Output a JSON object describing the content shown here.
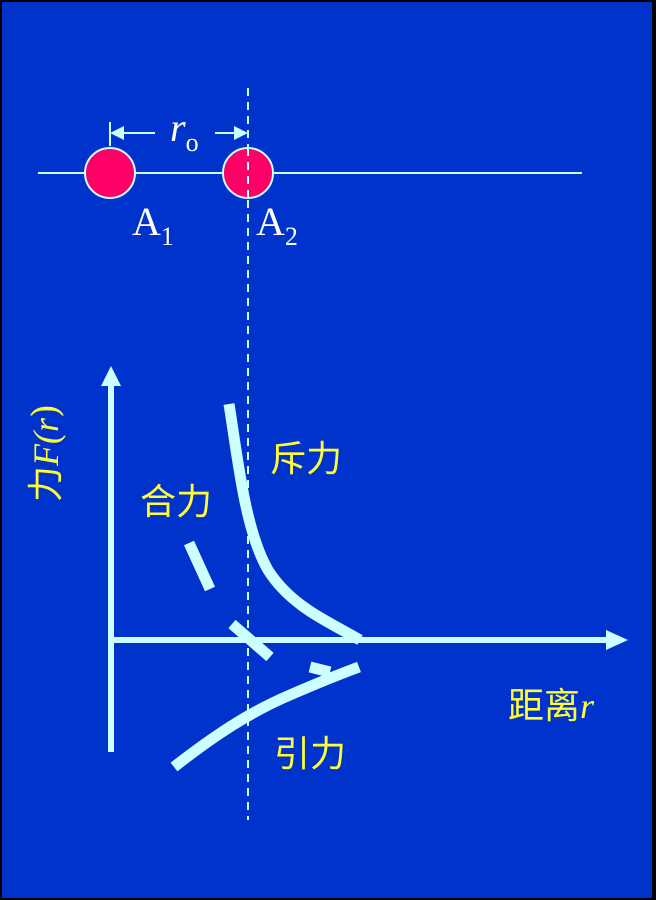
{
  "colors": {
    "background": "#0033cc",
    "border": "#000000",
    "line": "#ccffff",
    "atom_fill": "#ff0066",
    "label_yellow": "#ffff33",
    "label_white": "#ffffff"
  },
  "atoms": {
    "a1": {
      "letter": "A",
      "sub": "1"
    },
    "a2": {
      "letter": "A",
      "sub": "2"
    },
    "spacing": {
      "symbol": "r",
      "sub": "o"
    }
  },
  "graph": {
    "y_axis_label_cn": "力",
    "y_axis_label_fn": "F(",
    "y_axis_label_var": "r",
    "y_axis_label_close": ")",
    "x_axis_label_cn": "距离",
    "x_axis_label_var": "r",
    "curves": {
      "repulsive": "斥力",
      "net": "合力",
      "attractive": "引力"
    }
  }
}
